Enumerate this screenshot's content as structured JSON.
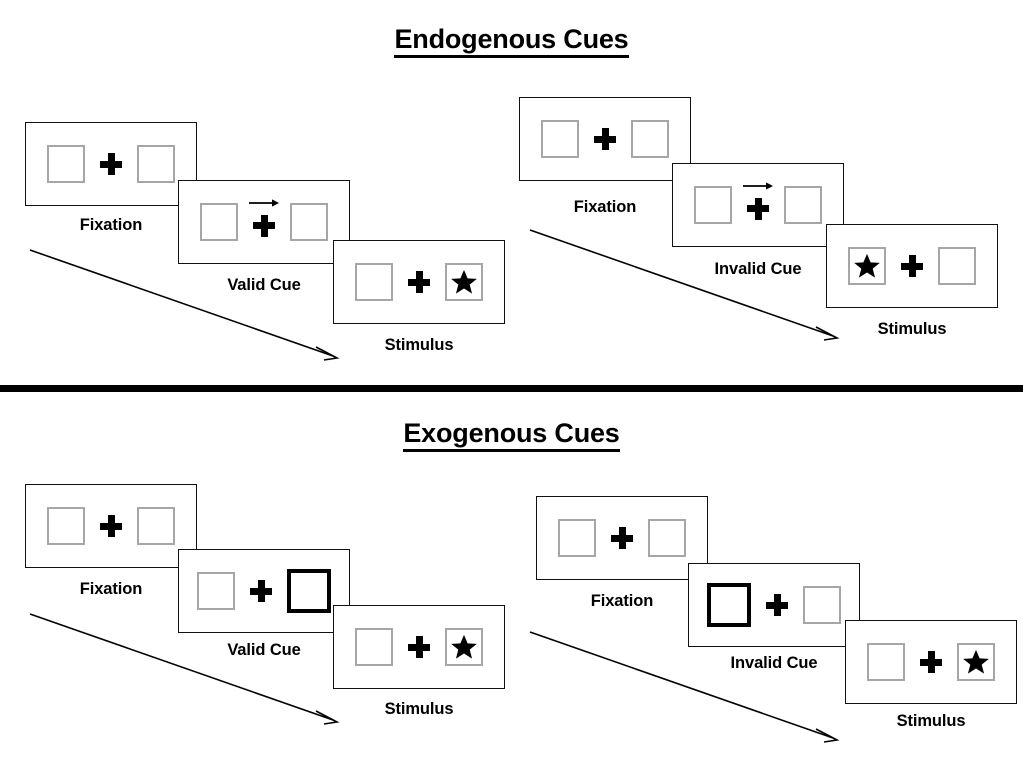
{
  "sections": [
    {
      "title": "Endogenous Cues",
      "cue_type": "arrow",
      "trials": [
        {
          "name": "valid",
          "frames": [
            {
              "caption": "Fixation",
              "cue": "none",
              "cued_side": "none",
              "target_side": "none"
            },
            {
              "caption": "Valid Cue",
              "cue": "arrow",
              "cued_side": "right",
              "target_side": "none"
            },
            {
              "caption": "Stimulus",
              "cue": "none",
              "cued_side": "none",
              "target_side": "right"
            }
          ]
        },
        {
          "name": "invalid",
          "frames": [
            {
              "caption": "Fixation",
              "cue": "none",
              "cued_side": "none",
              "target_side": "none"
            },
            {
              "caption": "Invalid Cue",
              "cue": "arrow",
              "cued_side": "right",
              "target_side": "none"
            },
            {
              "caption": "Stimulus",
              "cue": "none",
              "cued_side": "none",
              "target_side": "left"
            }
          ]
        }
      ]
    },
    {
      "title": "Exogenous Cues",
      "cue_type": "box",
      "trials": [
        {
          "name": "valid",
          "frames": [
            {
              "caption": "Fixation",
              "cue": "none",
              "cued_side": "none",
              "target_side": "none"
            },
            {
              "caption": "Valid Cue",
              "cue": "box",
              "cued_side": "right",
              "target_side": "none"
            },
            {
              "caption": "Stimulus",
              "cue": "none",
              "cued_side": "none",
              "target_side": "right"
            }
          ]
        },
        {
          "name": "invalid",
          "frames": [
            {
              "caption": "Fixation",
              "cue": "none",
              "cued_side": "none",
              "target_side": "none"
            },
            {
              "caption": "Invalid Cue",
              "cue": "box",
              "cued_side": "left",
              "target_side": "none"
            },
            {
              "caption": "Stimulus",
              "cue": "none",
              "cued_side": "none",
              "target_side": "right"
            }
          ]
        }
      ]
    }
  ],
  "colors": {
    "box_outline": "#a6a6a6",
    "cued_box_outline": "#000000",
    "panel_outline": "#111111",
    "ink": "#000000",
    "background": "#ffffff"
  }
}
